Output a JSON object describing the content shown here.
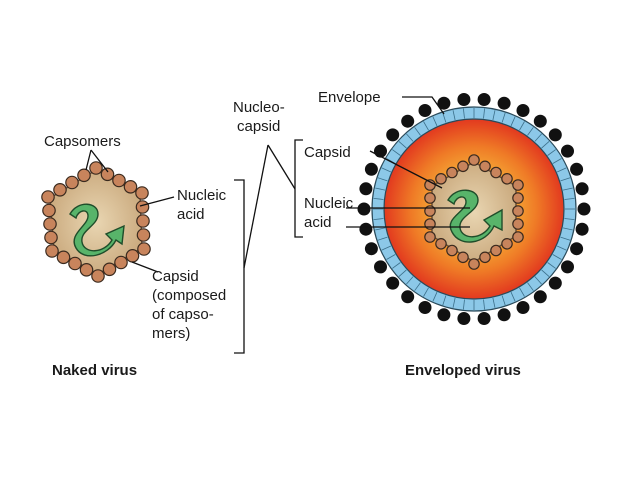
{
  "naked_virus": {
    "caption": "Naked virus",
    "labels": {
      "capsomers": "Capsomers",
      "nucleic_acid": [
        "Nucleic",
        "acid"
      ],
      "capsid": [
        "Capsid",
        "(composed",
        "of capso-",
        "mers)"
      ]
    }
  },
  "nucleocapsid": {
    "label": [
      "Nucleo-",
      "capsid"
    ]
  },
  "enveloped_virus": {
    "caption": "Enveloped virus",
    "labels": {
      "envelope": "Envelope",
      "capsid": "Capsid",
      "nucleic_acid": [
        "Nucleic",
        "acid"
      ]
    }
  },
  "colors": {
    "capsomer": "#c8845c",
    "capsomer_outline": "#3a2a1e",
    "capsid_fill": "#d9c39d",
    "nucleic_acid": "#58b46a",
    "envelope_spike": "#111111",
    "envelope_membrane": "#8cc8e8",
    "envelope_gradient_outer": "#e4402a",
    "envelope_gradient_mid": "#f08a2a",
    "envelope_gradient_inner": "#f7c64a"
  }
}
